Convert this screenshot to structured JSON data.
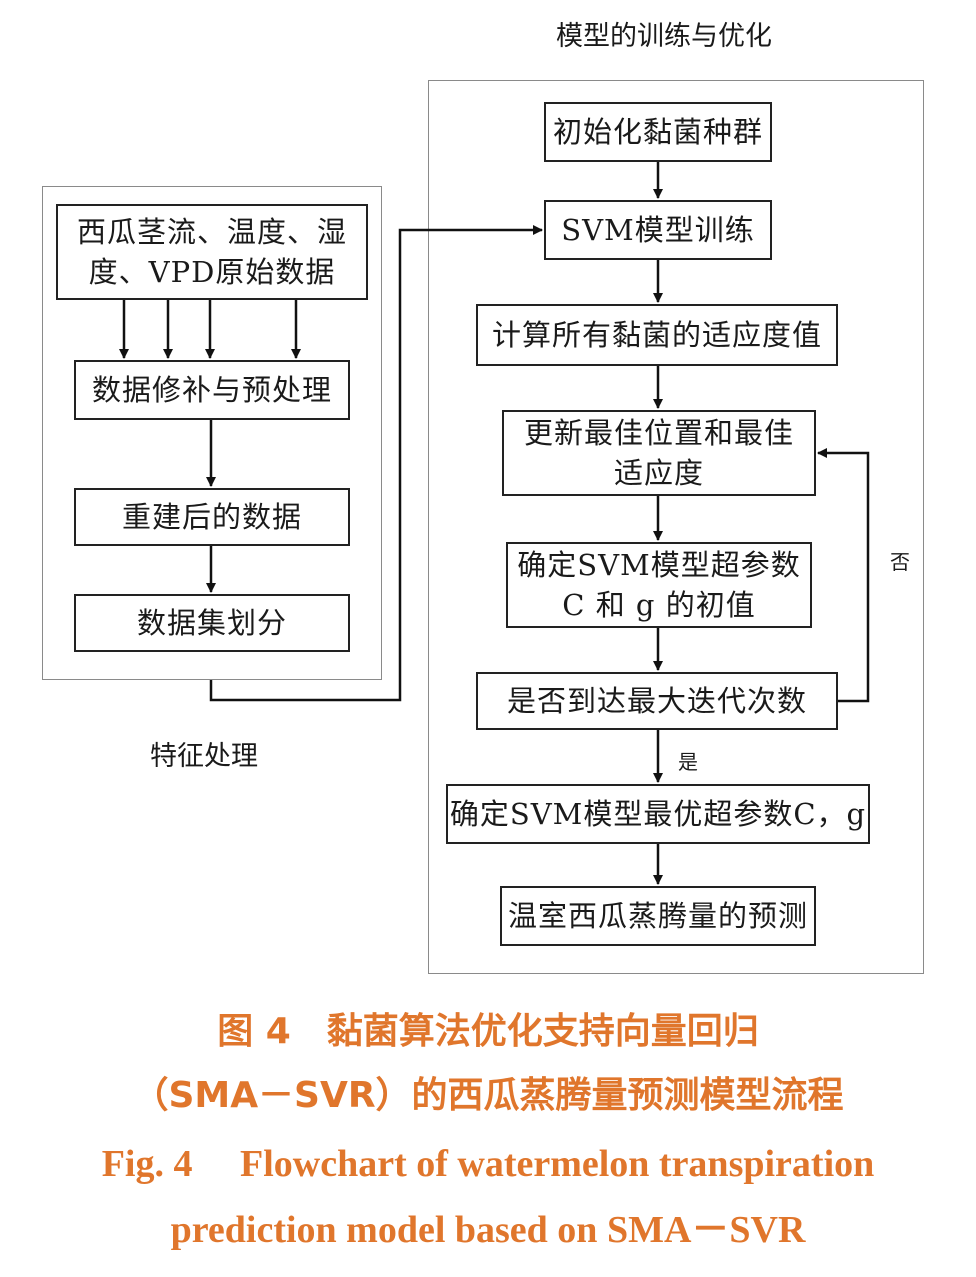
{
  "group_titles": {
    "training": "模型的训练与优化",
    "feature": "特征处理"
  },
  "feature_steps": [
    "西瓜茎流、温度、湿\n度、VPD原始数据",
    "数据修补与预处理",
    "重建后的数据",
    "数据集划分"
  ],
  "training_steps": [
    "初始化黏菌种群",
    "SVM模型训练",
    "计算所有黏菌的适应度值",
    "更新最佳位置和最佳\n适应度",
    "确定SVM模型超参数\nC 和 g 的初值",
    "是否到达最大迭代次数",
    "确定SVM模型最优超参数C，g",
    "温室西瓜蒸腾量的预测"
  ],
  "branch_labels": {
    "no": "否",
    "yes": "是"
  },
  "caption": {
    "cn_line1": "图 4　黏菌算法优化支持向量回归",
    "cn_line2": "（SMA－SVR）的西瓜蒸腾量预测模型流程",
    "en_line1": "Fig. 4　 Flowchart of watermelon transpiration",
    "en_line2": "prediction model based on SMA－SVR"
  },
  "colors": {
    "caption": "#e0762c",
    "line": "#111111",
    "panel_border": "#8a8a8a"
  }
}
